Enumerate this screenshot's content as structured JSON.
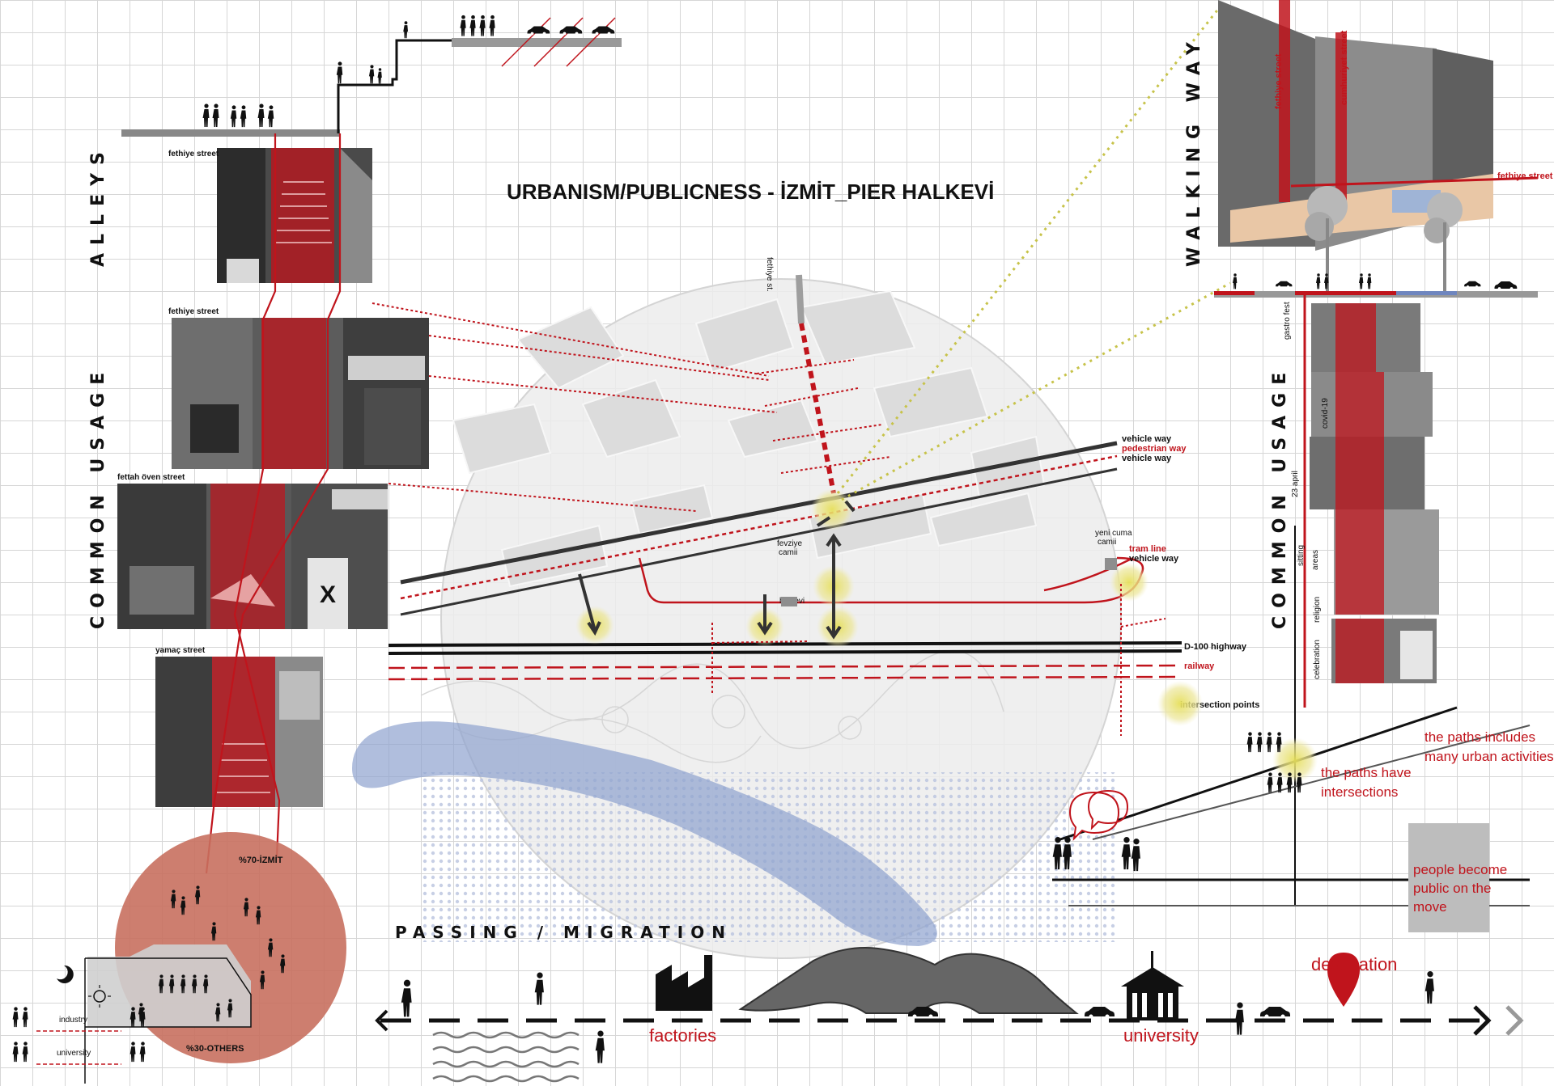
{
  "title": "URBANISM/PUBLICNESS - İZMİT_PIER HALKEVİ",
  "left_labels": {
    "alleys": "ALLEYS",
    "common_usage": "COMMON USAGE"
  },
  "photo_captions": [
    "fethiye street",
    "fethiye street",
    "fettah öven street",
    "yamaç street"
  ],
  "stats": {
    "izmit": "%70-İZMİT",
    "others": "%30-OTHERS"
  },
  "legend": {
    "industry": "industry",
    "university": "university"
  },
  "map": {
    "street_label": "fethiye st.",
    "vehicle_way_1": "vehicle way",
    "pedestrian_way": "pedestrian way",
    "vehicle_way_2": "vehicle way",
    "tram_line": "tram line",
    "vehicle_way_3": "vehicle way",
    "fevziye": "fevziye",
    "cami_1": "camii",
    "halkevi": "halkevi",
    "yeni_cuma": "yeni cuma",
    "cami_2": "camii",
    "highway": "D-100 highway",
    "railway": "railway",
    "intersection": "intersection points"
  },
  "walking": {
    "label": "WALKING WAY",
    "fethiye_1": "fethiye street",
    "cumhuriyet": "cumhuriyet street",
    "fethiye_2": "fethiye street"
  },
  "right_usage": {
    "label": "COMMON USAGE",
    "activities": [
      "gastro fest",
      "covid-19",
      "23 april",
      "sitting",
      "areas",
      "religion",
      "celebration"
    ]
  },
  "notes": {
    "includes_1": "the paths includes",
    "includes_2": "many urban activities",
    "intersect_1": "the paths have",
    "intersect_2": "intersections",
    "public_1": "people become",
    "public_2": "public on the",
    "public_3": "move"
  },
  "passing": {
    "label": "PASSING / MIGRATION",
    "factories": "factories",
    "university": "university",
    "destination": "destination"
  },
  "colors": {
    "accent_red": "#c0141c",
    "highlight_yellow": "#e8e26a",
    "water_blue": "#8fa3cf",
    "pink_circle": "#c8705f"
  }
}
